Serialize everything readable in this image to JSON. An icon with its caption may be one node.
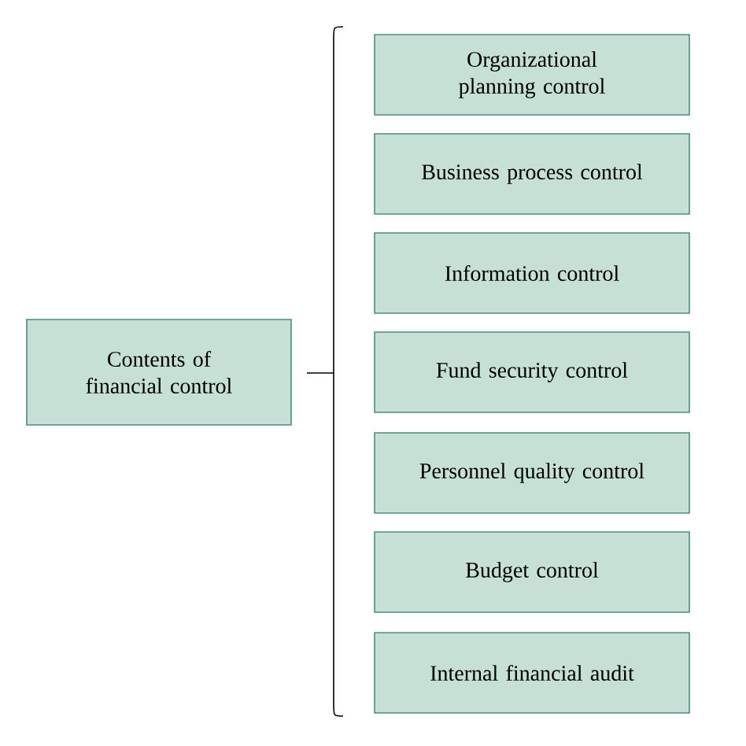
{
  "diagram": {
    "nodes": [
      {
        "text": [
          "Contents of financial control"
        ]
      },
      {
        "text": [
          "Organizational planning control"
        ]
      },
      {
        "text": [
          "Business process control"
        ]
      },
      {
        "text": [
          "Information control"
        ]
      },
      {
        "text": [
          "Fund security control"
        ]
      },
      {
        "text": [
          "Personnel quality control"
        ]
      },
      {
        "text": [
          "Budget control"
        ]
      },
      {
        "text": [
          "Internal financial audit"
        ]
      }
    ]
  }
}
